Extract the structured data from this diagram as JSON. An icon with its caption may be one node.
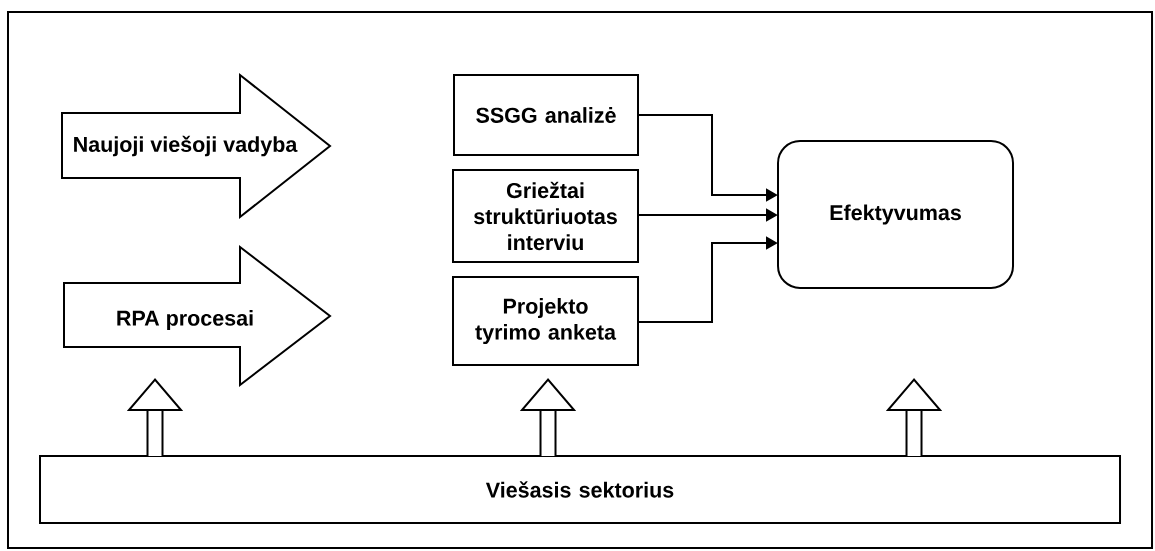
{
  "diagram": {
    "nodes": [
      {
        "text": [
          "Naujoji viešoji vadyba"
        ]
      },
      {
        "text": [
          "RPA procesai"
        ]
      },
      {
        "text": [
          "SSGG analizė"
        ]
      },
      {
        "text": [
          "Griežtai struktūriuotas interviu"
        ]
      },
      {
        "text": [
          "Projekto tyrimo anketa"
        ]
      },
      {
        "text": [
          "Efektyvumas"
        ]
      },
      {
        "text": [
          "Viešasis sektorius"
        ]
      }
    ],
    "edges": [
      {
        "from": 2,
        "to": 5,
        "arrow": "to"
      },
      {
        "from": 3,
        "to": 5,
        "arrow": "to"
      },
      {
        "from": 4,
        "to": 5,
        "arrow": "to"
      },
      {
        "from": 6,
        "to": null,
        "arrow": "to",
        "style": "thick"
      },
      {
        "from": 6,
        "to": null,
        "arrow": "to",
        "style": "thick"
      },
      {
        "from": 6,
        "to": null,
        "arrow": "to",
        "style": "thick"
      }
    ]
  }
}
